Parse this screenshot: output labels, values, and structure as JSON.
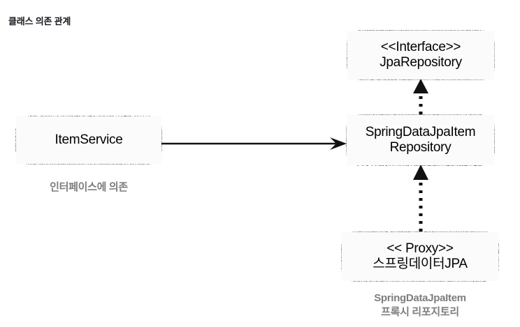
{
  "title": "클래스 의존 관계",
  "colors": {
    "background": "#ffffff",
    "stroke": "#111111",
    "box_fill": "#fbfbfb",
    "title_text": "#16181d",
    "caption_text": "#7d7d7d"
  },
  "nodes": [
    {
      "id": "item-service",
      "lines": [
        "ItemService"
      ]
    },
    {
      "id": "jpa-repository",
      "lines": [
        "<<Interface>>",
        "JpaRepository"
      ]
    },
    {
      "id": "spring-data-jpa-item-repository",
      "lines": [
        "SpringDataJpaItem",
        "Repository"
      ]
    },
    {
      "id": "proxy",
      "lines": [
        "<< Proxy>>",
        "스프링데이터JPA"
      ]
    }
  ],
  "captions": [
    {
      "id": "interface-dependency",
      "lines": [
        "인터페이스에 의존"
      ]
    },
    {
      "id": "proxy-repository",
      "lines": [
        "SpringDataJpaItem",
        "프록시 리포지토리"
      ]
    }
  ],
  "connectors": [
    {
      "id": "item-service-to-spring-data",
      "style": "solid",
      "arrowhead": "open",
      "direction": "right",
      "from": "item-service",
      "to": "spring-data-jpa-item-repository"
    },
    {
      "id": "spring-data-to-jpa-repository",
      "style": "dotted",
      "arrowhead": "filled-triangle",
      "direction": "up",
      "from": "spring-data-jpa-item-repository",
      "to": "jpa-repository"
    },
    {
      "id": "proxy-to-spring-data",
      "style": "dotted",
      "arrowhead": "filled-triangle",
      "direction": "up",
      "from": "proxy",
      "to": "spring-data-jpa-item-repository"
    }
  ]
}
